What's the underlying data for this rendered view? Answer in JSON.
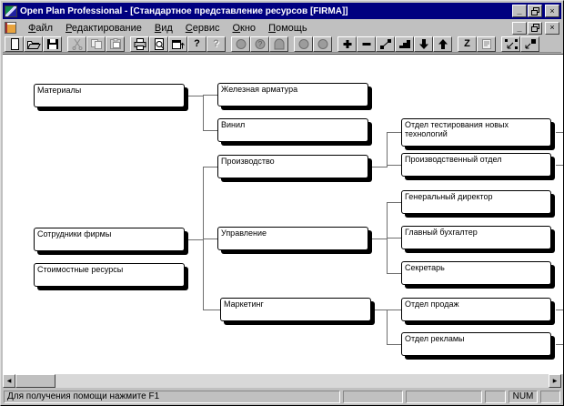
{
  "window": {
    "title": "Open Plan Professional - [Стандартное представление ресурсов [FIRMA]]",
    "controls": {
      "minimize": "_",
      "close": "×"
    }
  },
  "menu": {
    "items": [
      {
        "label": "Файл"
      },
      {
        "label": "Редактирование"
      },
      {
        "label": "Вид"
      },
      {
        "label": "Сервис"
      },
      {
        "label": "Окно"
      },
      {
        "label": "Помощь"
      }
    ]
  },
  "toolbar": {
    "buttons": [
      {
        "name": "new-document",
        "enabled": true
      },
      {
        "name": "open-file",
        "enabled": true
      },
      {
        "name": "save-file",
        "enabled": true
      },
      {
        "name": "cut",
        "enabled": false
      },
      {
        "name": "copy",
        "enabled": false
      },
      {
        "name": "paste",
        "enabled": false
      },
      {
        "name": "print",
        "enabled": true
      },
      {
        "name": "print-preview",
        "enabled": true
      },
      {
        "name": "window-update",
        "enabled": true
      },
      {
        "name": "help",
        "enabled": true,
        "glyph": "?"
      },
      {
        "name": "context-help",
        "enabled": false,
        "glyph": "?"
      },
      {
        "name": "resource-circle",
        "enabled": false
      },
      {
        "name": "resource-circle-help",
        "enabled": false
      },
      {
        "name": "resource-gate",
        "enabled": false
      },
      {
        "name": "circle-small-1",
        "enabled": false
      },
      {
        "name": "circle-small-2",
        "enabled": false
      },
      {
        "name": "add-item",
        "enabled": true
      },
      {
        "name": "remove-item",
        "enabled": true
      },
      {
        "name": "link-items",
        "enabled": true
      },
      {
        "name": "rollup-steps",
        "enabled": true
      },
      {
        "name": "move-down",
        "enabled": true
      },
      {
        "name": "move-up",
        "enabled": true
      },
      {
        "name": "zigzag-view",
        "enabled": true,
        "glyph": "Z"
      },
      {
        "name": "notes",
        "enabled": false
      },
      {
        "name": "fit-to-window",
        "enabled": true
      },
      {
        "name": "arrange-window",
        "enabled": true
      }
    ]
  },
  "diagram": {
    "nodes": [
      {
        "label": "Материалы"
      },
      {
        "label": "Сотрудники фирмы"
      },
      {
        "label": "Стоимостные ресурсы"
      },
      {
        "label": "Железная арматура"
      },
      {
        "label": "Винил"
      },
      {
        "label": "Производство"
      },
      {
        "label": "Управление"
      },
      {
        "label": "Маркетинг"
      },
      {
        "label": "Отдел тестирования новых технологий"
      },
      {
        "label": "Производственный отдел"
      },
      {
        "label": "Генеральный директор"
      },
      {
        "label": "Главный бухгалтер"
      },
      {
        "label": "Секретарь"
      },
      {
        "label": "Отдел продаж"
      },
      {
        "label": "Отдел рекламы"
      }
    ]
  },
  "scrollbar": {
    "left_arrow": "◀",
    "right_arrow": "▶"
  },
  "statusbar": {
    "message": "Для получения помощи нажмите F1",
    "num_indicator": "NUM"
  }
}
